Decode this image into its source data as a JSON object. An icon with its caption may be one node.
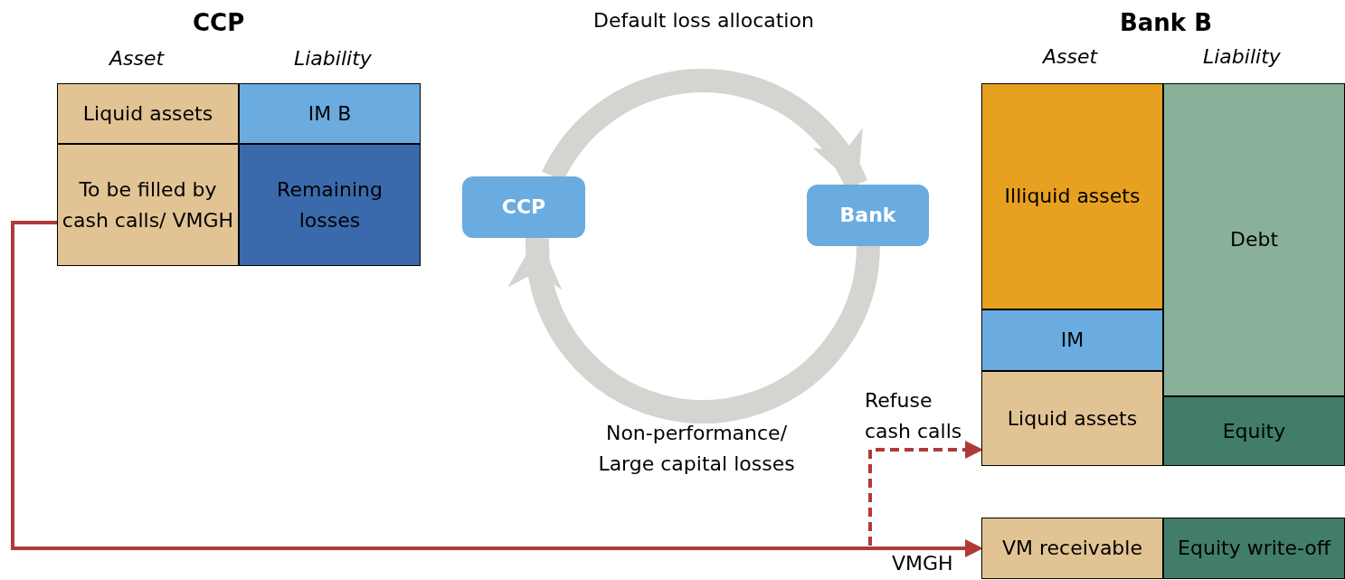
{
  "diagram": {
    "nodes": [
      {
        "text": [
          "Liquid assets"
        ]
      },
      {
        "text": [
          "IM B"
        ]
      },
      {
        "text": [
          "To be filled by cash calls/ VMGH"
        ]
      },
      {
        "text": [
          "Remaining losses"
        ]
      },
      {
        "text": [
          "CCP"
        ]
      },
      {
        "text": [
          "Bank"
        ]
      },
      {
        "text": [
          "Illiquid assets"
        ]
      },
      {
        "text": [
          "Debt"
        ]
      },
      {
        "text": [
          "IM"
        ]
      },
      {
        "text": [
          "Liquid assets"
        ]
      },
      {
        "text": [
          "Equity"
        ]
      },
      {
        "text": [
          "VM receivable"
        ]
      },
      {
        "text": [
          "Equity write-off"
        ]
      }
    ],
    "edges": [
      {
        "from": 4,
        "to": 5,
        "arrow": "to",
        "label": "Default loss allocation",
        "color": "#d4d4d0",
        "style": "thick"
      },
      {
        "from": 5,
        "to": 4,
        "arrow": "to",
        "label": "Non-performance/ Large capital losses",
        "color": "#d4d4d0",
        "style": "thick"
      },
      {
        "from": 2,
        "to": 11,
        "arrow": "to",
        "label": "VMGH",
        "color": "#b03a3a"
      },
      {
        "from": 2,
        "to": 9,
        "arrow": "to",
        "label": "Refuse cash calls",
        "style": "dashed",
        "color": "#b03a3a"
      }
    ],
    "labels": [
      "CCP",
      "Asset",
      "Liability",
      "Bank B",
      "Asset",
      "Liability"
    ]
  }
}
